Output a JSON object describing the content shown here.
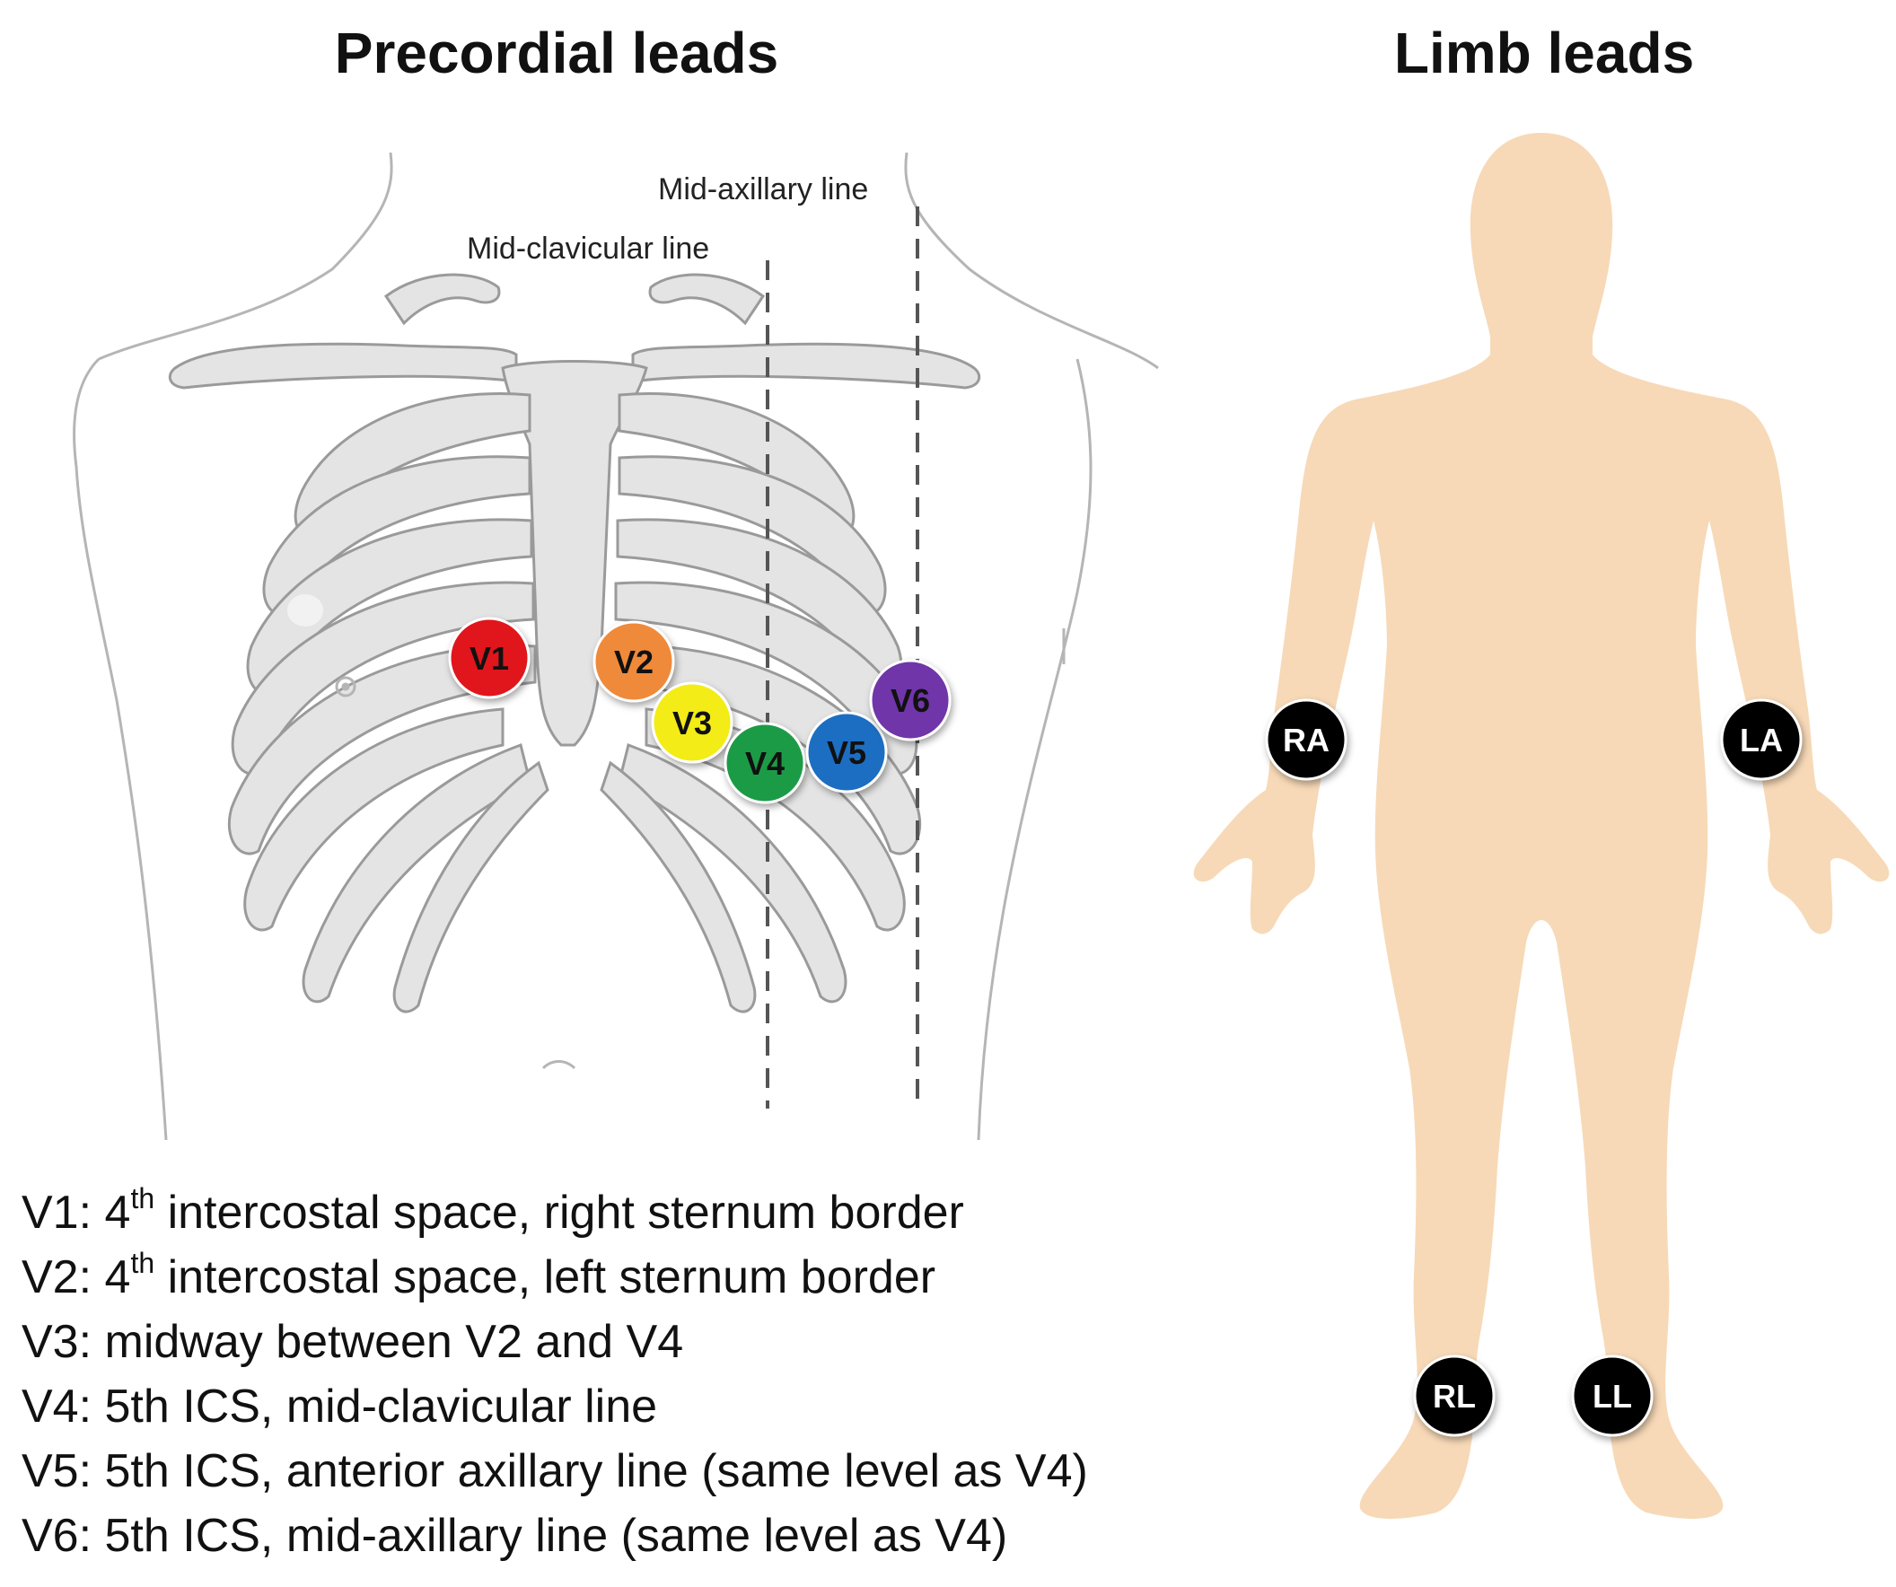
{
  "titles": {
    "precordial": "Precordial leads",
    "limb": "Limb leads"
  },
  "line_labels": {
    "mid_axillary": "Mid-axillary line",
    "mid_clavicular": "Mid-clavicular line"
  },
  "precordial_leads": [
    {
      "label": "V1",
      "color": "#e0161e"
    },
    {
      "label": "V2",
      "color": "#ef8a3a"
    },
    {
      "label": "V3",
      "color": "#f3ec16"
    },
    {
      "label": "V4",
      "color": "#1e9b47"
    },
    {
      "label": "V5",
      "color": "#1b6ec2"
    },
    {
      "label": "V6",
      "color": "#7035a8"
    }
  ],
  "limb_leads": [
    {
      "label": "RA",
      "color": "#000000"
    },
    {
      "label": "LA",
      "color": "#000000"
    },
    {
      "label": "RL",
      "color": "#000000"
    },
    {
      "label": "LL",
      "color": "#000000"
    }
  ],
  "descriptions": [
    {
      "lead": "V1:",
      "ord": "4",
      "sup": "th",
      "text": " intercostal space, right sternum border"
    },
    {
      "lead": "V2:",
      "ord": "4",
      "sup": "th",
      "text": " intercostal space, left sternum border"
    },
    {
      "lead": "V3:",
      "ord": "",
      "sup": "",
      "text": "midway between V2 and V4"
    },
    {
      "lead": "V4:",
      "ord": "",
      "sup": "",
      "text": "5th ICS, mid-clavicular line"
    },
    {
      "lead": "V5:",
      "ord": "",
      "sup": "",
      "text": "5th ICS, anterior axillary line (same level as V4)"
    },
    {
      "lead": "V6:",
      "ord": "",
      "sup": "",
      "text": "5th ICS, mid-axillary line (same level as V4)"
    }
  ],
  "colors": {
    "body_skin": "#f7d9b7",
    "bone_fill": "#e4e4e4",
    "bone_stroke": "#9a9a9a",
    "outline": "#b5b5b5"
  }
}
